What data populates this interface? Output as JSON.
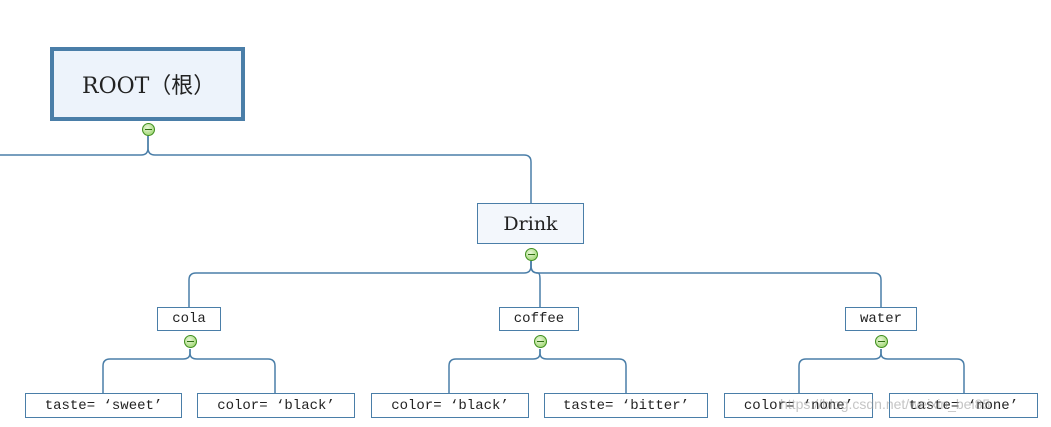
{
  "tree": {
    "root": {
      "label": "ROOT（根）"
    },
    "drink": {
      "label": "Drink"
    },
    "categories": [
      {
        "label": "cola",
        "attributes": [
          {
            "label": "taste= ‘sweet’"
          },
          {
            "label": "color= ‘black’"
          }
        ]
      },
      {
        "label": "coffee",
        "attributes": [
          {
            "label": "color= ‘black’"
          },
          {
            "label": "taste= ‘bitter’"
          }
        ]
      },
      {
        "label": "water",
        "attributes": [
          {
            "label": "color= ‘none’"
          },
          {
            "label": "taste= ‘none’"
          }
        ]
      }
    ]
  },
  "watermark": "https://blog.csdn.net/weixin_bei85",
  "colors": {
    "connector": "#4a7ea8",
    "node_border": "#4a7ea8",
    "root_fill": "#edf3fb",
    "toggle_green": "#8fcf5c"
  },
  "icons": {
    "collapse_toggle": "minus-circle-icon"
  }
}
